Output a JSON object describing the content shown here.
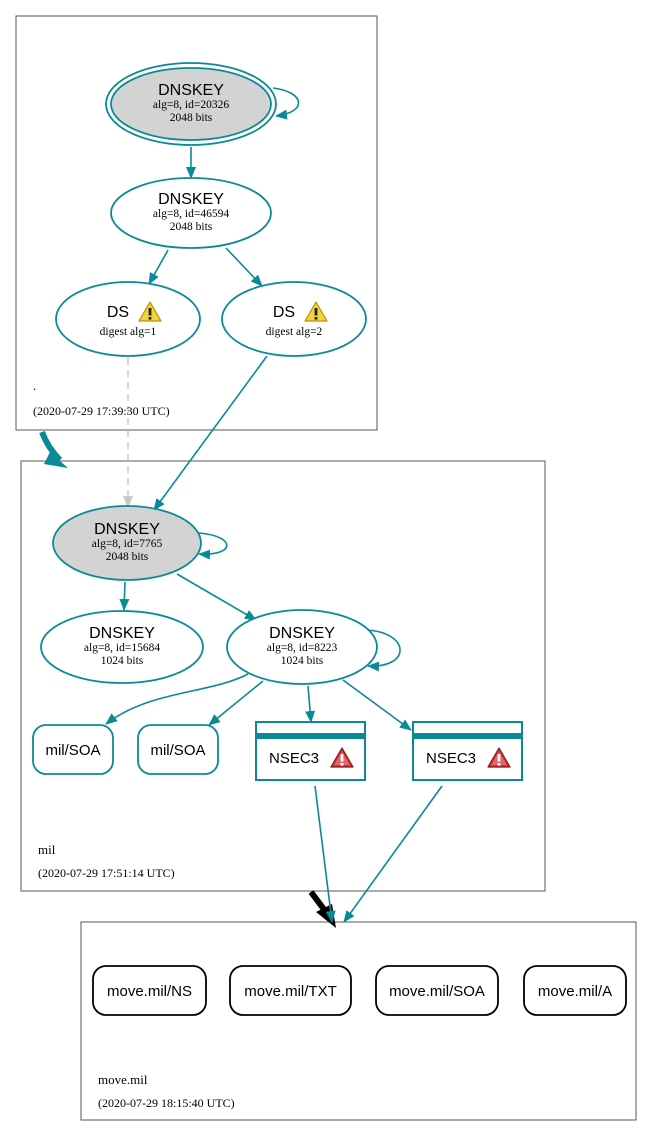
{
  "zones": [
    {
      "name": ".",
      "timestamp": "(2020-07-29 17:39:30 UTC)"
    },
    {
      "name": "mil",
      "timestamp": "(2020-07-29 17:51:14 UTC)"
    },
    {
      "name": "move.mil",
      "timestamp": "(2020-07-29 18:15:40 UTC)"
    }
  ],
  "nodes": {
    "root_ksk": {
      "title": "DNSKEY",
      "line1": "alg=8, id=20326",
      "line2": "2048 bits"
    },
    "root_zsk": {
      "title": "DNSKEY",
      "line1": "alg=8, id=46594",
      "line2": "2048 bits"
    },
    "ds1": {
      "title": "DS",
      "line1": "digest alg=1"
    },
    "ds2": {
      "title": "DS",
      "line1": "digest alg=2"
    },
    "mil_ksk": {
      "title": "DNSKEY",
      "line1": "alg=8, id=7765",
      "line2": "2048 bits"
    },
    "mil_key15684": {
      "title": "DNSKEY",
      "line1": "alg=8, id=15684",
      "line2": "1024 bits"
    },
    "mil_zsk": {
      "title": "DNSKEY",
      "line1": "alg=8, id=8223",
      "line2": "1024 bits"
    },
    "mil_soa1": {
      "label": "mil/SOA"
    },
    "mil_soa2": {
      "label": "mil/SOA"
    },
    "nsec3_1": {
      "label": "NSEC3"
    },
    "nsec3_2": {
      "label": "NSEC3"
    },
    "move_ns": {
      "label": "move.mil/NS"
    },
    "move_txt": {
      "label": "move.mil/TXT"
    },
    "move_soa": {
      "label": "move.mil/SOA"
    },
    "move_a": {
      "label": "move.mil/A"
    }
  },
  "colors": {
    "edge": "#0a8a96",
    "insecure_edge": "#c8c8c8",
    "key_fill_sep": "#d3d3d3",
    "warning": "#f0c419",
    "error": "#c0282d"
  },
  "icons": {
    "ds_warning": "warning-icon",
    "nsec3_error": "error-icon"
  }
}
